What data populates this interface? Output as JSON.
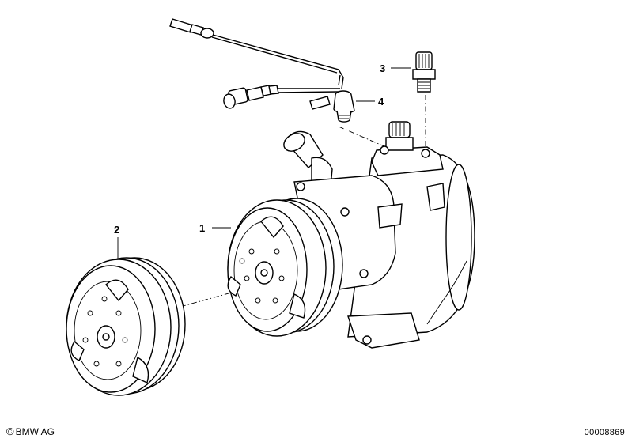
{
  "callouts": [
    {
      "id": "1",
      "label": "1"
    },
    {
      "id": "2",
      "label": "2"
    },
    {
      "id": "3",
      "label": "3"
    },
    {
      "id": "4",
      "label": "4"
    }
  ],
  "footer": {
    "copyright_symbol": "©",
    "brand": "BMW AG",
    "document_id": "00008869"
  }
}
